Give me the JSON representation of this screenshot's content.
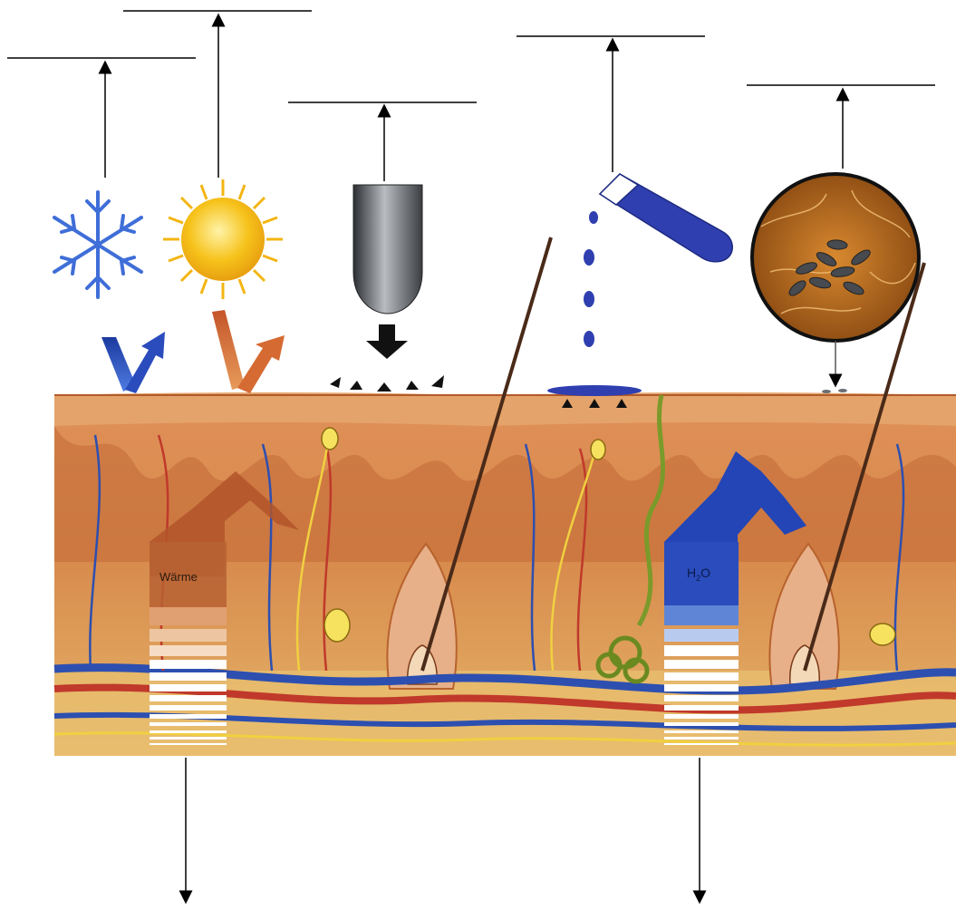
{
  "labels": {
    "heat": "Wärme",
    "water_main": "H",
    "water_sub": "2",
    "water_tail": "O"
  },
  "colors": {
    "epidermis": "#d88850",
    "dermis": "#e0a05a",
    "dermis_dark": "#b8622e",
    "blue_vessel": "#2d4fb0",
    "red_vessel": "#c0392b",
    "yellow_nerve": "#f0d040",
    "sun": "#f6c21a",
    "snow": "#3f6ed8",
    "probe": "#555a60",
    "tube": "#2f3fb0",
    "hair": "#4a2a18"
  }
}
